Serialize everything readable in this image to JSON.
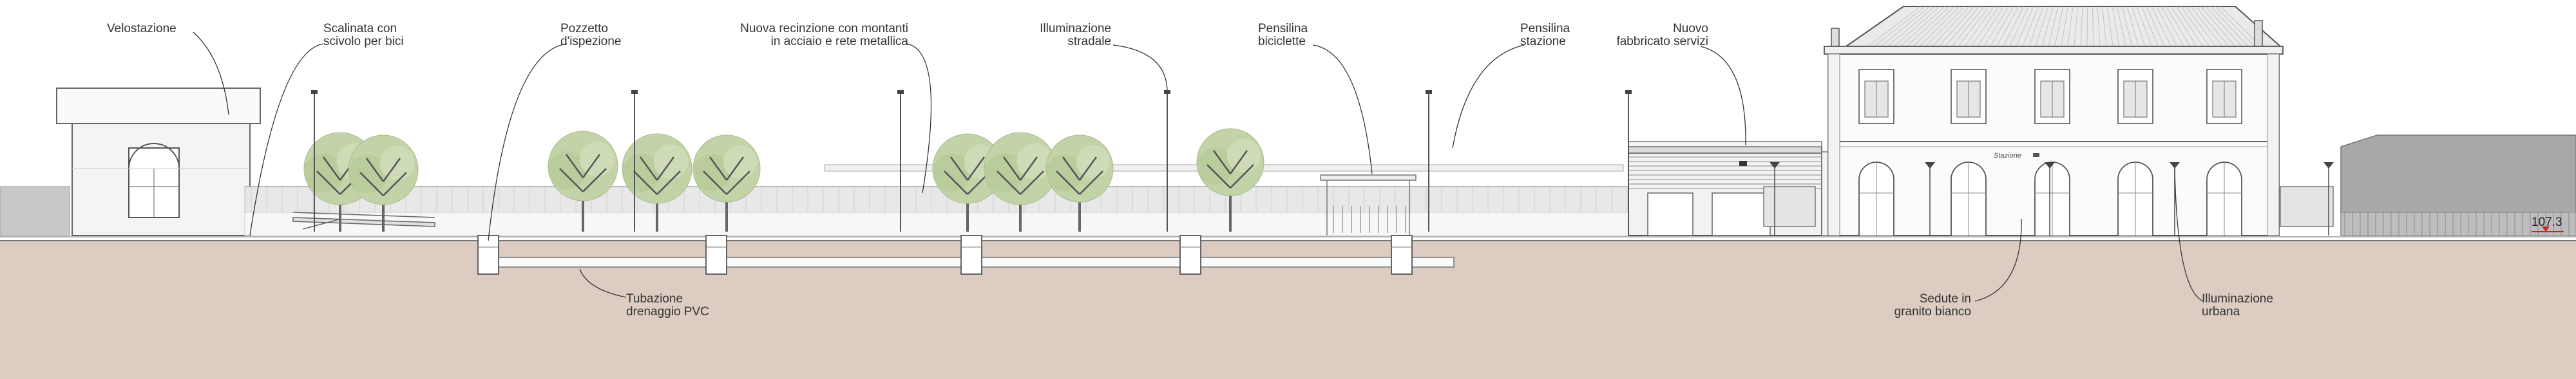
{
  "labels": {
    "velostazione": "Velostazione",
    "scalinata_l1": "Scalinata con",
    "scalinata_l2": "scivolo per bici",
    "pozzetto_l1": "Pozzetto",
    "pozzetto_l2": "d'ispezione",
    "recinzione_l1": "Nuova recinzione con montanti",
    "recinzione_l2": "in acciaio e rete metallica",
    "illum_stradale_l1": "Illuminazione",
    "illum_stradale_l2": "stradale",
    "pensilina_bici_l1": "Pensilina",
    "pensilina_bici_l2": "biciclette",
    "pensilina_staz_l1": "Pensilina",
    "pensilina_staz_l2": "stazione",
    "fabbricato_l1": "Nuovo",
    "fabbricato_l2": "fabbricato servizi",
    "tubazione_l1": "Tubazione",
    "tubazione_l2": "drenaggio PVC",
    "sedute_l1": "Sedute in",
    "sedute_l2": "granito bianco",
    "illum_urbana_l1": "Illuminazione",
    "illum_urbana_l2": "urbana"
  },
  "station_sign": "Stazione",
  "elevation_mark": "107.3",
  "colors": {
    "ground": "#dcccc1",
    "tree": "#c3d3a8",
    "line": "#555555",
    "fence": "#e8e8e8",
    "right_block": "#a8a8a8",
    "elevation_marker": "#cc2222"
  }
}
